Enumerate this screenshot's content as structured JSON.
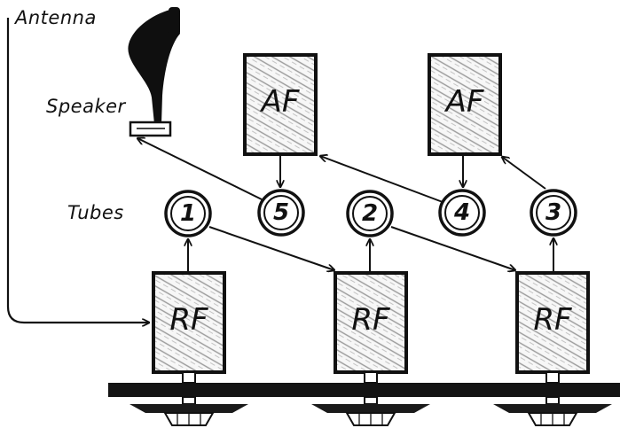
{
  "labels": {
    "antenna": "Antenna",
    "speaker": "Speaker",
    "tubes": "Tubes"
  },
  "af_boxes": [
    "AF",
    "AF"
  ],
  "rf_boxes": [
    "RF",
    "RF",
    "RF"
  ],
  "tubes": [
    "1",
    "5",
    "2",
    "4",
    "3"
  ]
}
